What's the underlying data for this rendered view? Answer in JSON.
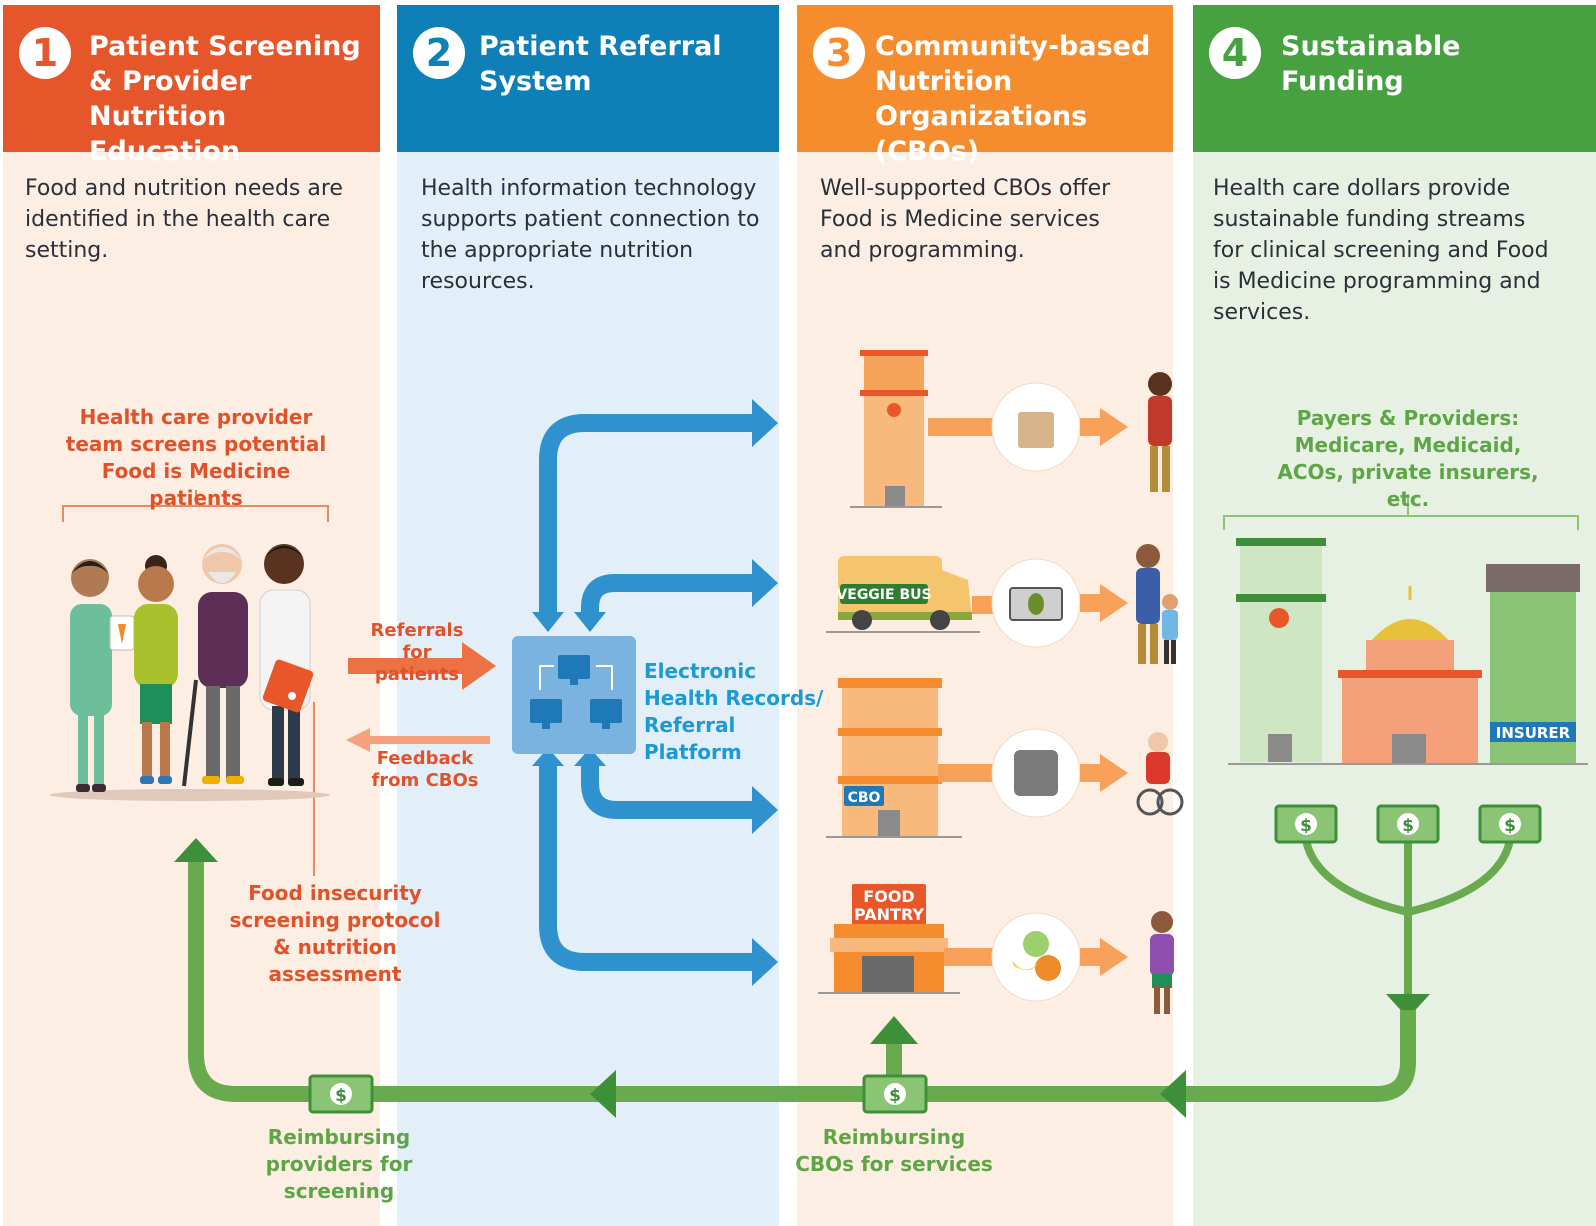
{
  "columns": [
    {
      "number": "1",
      "title": "Patient Screening & Provider Nutrition Education",
      "description": "Food and nutrition needs are identified in the health care setting.",
      "header_color": "#e5562b",
      "bg_color": "#fdeee3"
    },
    {
      "number": "2",
      "title": "Patient Referral System",
      "description": "Health information technology supports patient connection to the appropriate nutrition resources.",
      "header_color": "#0f7fb8",
      "bg_color": "#e2eef8"
    },
    {
      "number": "3",
      "title": "Community-based Nutrition Organizations (CBOs)",
      "description": "Well-supported CBOs offer Food is Medicine services and programming.",
      "header_color": "#f58d2e",
      "bg_color": "#fdeee3"
    },
    {
      "number": "4",
      "title": "Sustainable Funding",
      "description": "Health care dollars provide sustainable funding streams for clinical screening and Food is Medicine programming and services.",
      "header_color": "#47a141",
      "bg_color": "#e6f1e4"
    }
  ],
  "labels": {
    "provider_team": "Health care provider team screens potential Food is Medicine patients",
    "referrals": "Referrals for patients",
    "feedback": "Feedback from CBOs",
    "ehr": "Electronic Health Records/ Referral Platform",
    "screening_protocol": "Food insecurity screening protocol & nutrition assessment",
    "payers": "Payers & Providers: Medicare, Medicaid, ACOs, private insurers, etc.",
    "reimb_providers": "Reimbursing providers for screening",
    "reimb_cbos": "Reimbursing CBOs for services"
  },
  "signs": {
    "veggie_bus": "VEGGIE BUS",
    "cbo": "CBO",
    "food_pantry_1": "FOOD",
    "food_pantry_2": "PANTRY",
    "insurer": "INSURER",
    "dollar": "$"
  },
  "colors": {
    "orange": "#e0522a",
    "light_orange": "#f7a05a",
    "blue": "#1b9ad6",
    "arrow_blue": "#2f92cf",
    "green": "#6aaa4e",
    "dark_green": "#3e8f3a"
  },
  "icons": [
    "hospital-icon",
    "grocery-bag-icon",
    "veggie-bus-icon",
    "produce-box-icon",
    "cbo-building-icon",
    "meal-tray-icon",
    "food-pantry-icon",
    "fruit-icon",
    "computer-network-icon",
    "capitol-icon",
    "insurer-building-icon",
    "dollar-bill-icon"
  ]
}
